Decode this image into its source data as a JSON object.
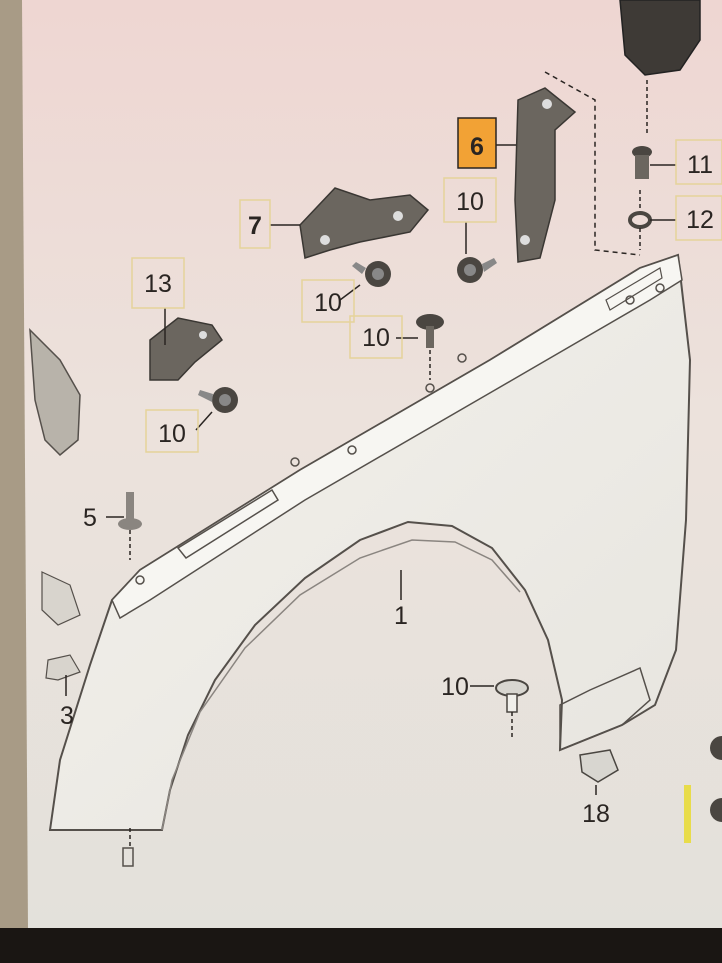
{
  "colors": {
    "screen_top": "#eed6d2",
    "screen_bottom": "#e6e3dd",
    "bezel": "#1a1613",
    "left_strip": "#a89b86",
    "part_fill": "#f0efea",
    "part_stroke": "#55504b",
    "bracket_fill": "#6b665f",
    "highlight_box": "#f2a235",
    "callout_box": "#e5d39a",
    "yellow_mark": "#e8dc4a"
  },
  "callouts": [
    {
      "id": "c1",
      "label": "1",
      "boxed": false
    },
    {
      "id": "c3",
      "label": "3",
      "boxed": false
    },
    {
      "id": "c5",
      "label": "5",
      "boxed": false
    },
    {
      "id": "c6",
      "label": "6",
      "boxed": true,
      "highlighted": true
    },
    {
      "id": "c7",
      "label": "7",
      "boxed": true
    },
    {
      "id": "c10a",
      "label": "10",
      "boxed": true
    },
    {
      "id": "c10b",
      "label": "10",
      "boxed": true
    },
    {
      "id": "c10c",
      "label": "10",
      "boxed": true
    },
    {
      "id": "c10d",
      "label": "10",
      "boxed": true
    },
    {
      "id": "c10e",
      "label": "10",
      "boxed": false
    },
    {
      "id": "c11",
      "label": "11",
      "boxed": true
    },
    {
      "id": "c12",
      "label": "12",
      "boxed": true
    },
    {
      "id": "c13",
      "label": "13",
      "boxed": true
    },
    {
      "id": "c18",
      "label": "18",
      "boxed": false
    }
  ]
}
